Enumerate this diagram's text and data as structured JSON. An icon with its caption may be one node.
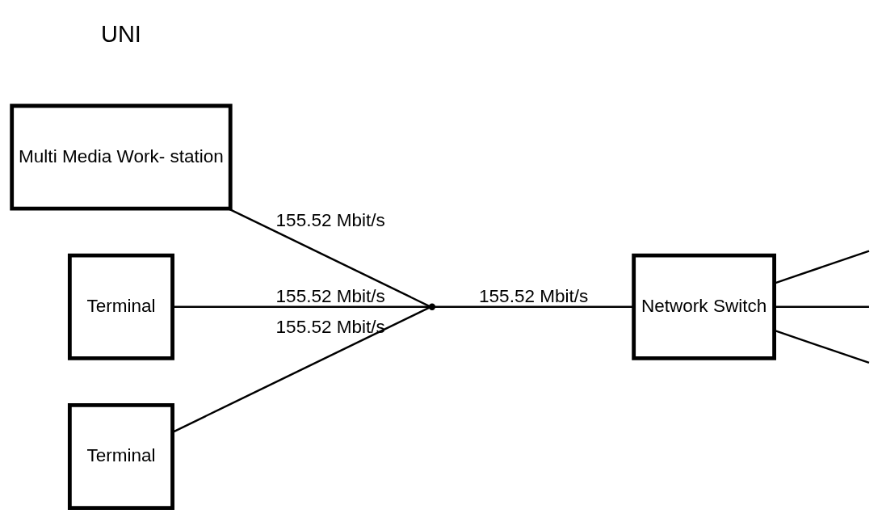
{
  "diagram": {
    "nodes": [
      {
        "text": [
          "Multi Media Work- station"
        ]
      },
      {
        "text": [
          "Terminal"
        ]
      },
      {
        "text": [
          "Terminal"
        ]
      },
      {
        "text": [],
        "shape": "point"
      },
      {
        "text": [
          "Network Switch"
        ]
      }
    ],
    "edges": [
      {
        "from": 0,
        "to": 3,
        "arrow": "none",
        "label": "155.52 Mbit/s"
      },
      {
        "from": 1,
        "to": 3,
        "arrow": "none",
        "label": "155.52 Mbit/s"
      },
      {
        "from": 2,
        "to": 3,
        "arrow": "none",
        "label": "155.52 Mbit/s"
      },
      {
        "from": 3,
        "to": 4,
        "arrow": "none",
        "label": "155.52 Mbit/s"
      },
      {
        "from": 4,
        "to": null,
        "arrow": "none"
      },
      {
        "from": 4,
        "to": null,
        "arrow": "none"
      },
      {
        "from": 4,
        "to": null,
        "arrow": "none"
      }
    ],
    "labels": [
      "UNI"
    ]
  }
}
